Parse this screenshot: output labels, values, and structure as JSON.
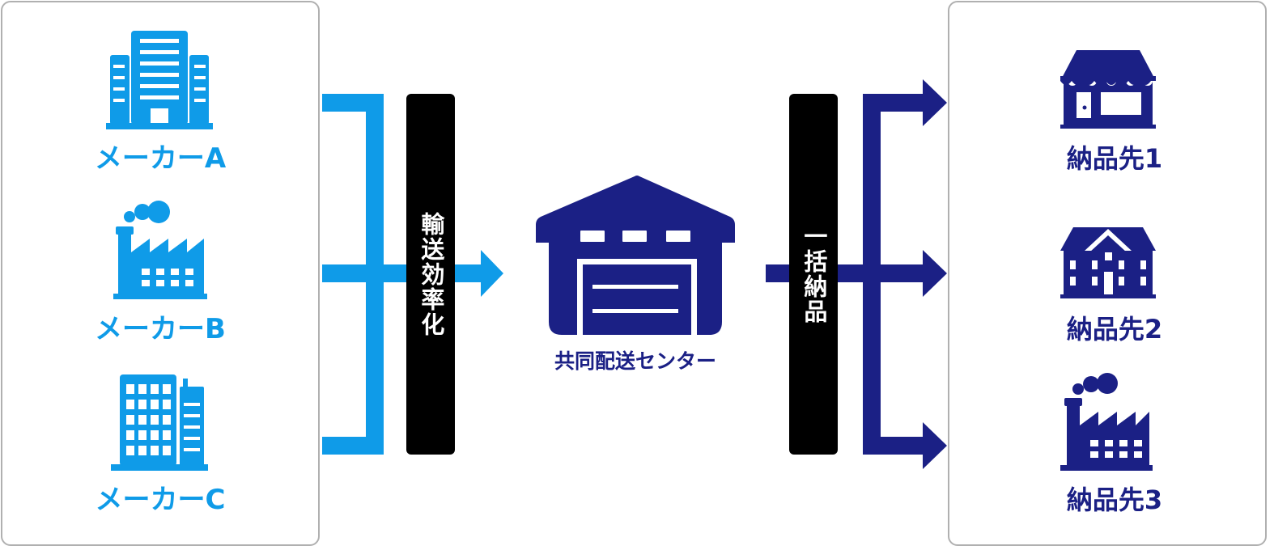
{
  "colors": {
    "maker_blue": "#0f9be8",
    "navy": "#1b2085",
    "bar_black": "#000000",
    "panel_border": "#b0b0b0"
  },
  "makers": [
    {
      "label": "メーカーA",
      "icon": "office-building-icon"
    },
    {
      "label": "メーカーB",
      "icon": "factory-icon"
    },
    {
      "label": "メーカーC",
      "icon": "city-buildings-icon"
    }
  ],
  "left_bar": {
    "text": "輸送効率化"
  },
  "center": {
    "label": "共同配送センター",
    "icon": "warehouse-icon"
  },
  "right_bar": {
    "text": "一括納品"
  },
  "destinations": [
    {
      "label": "納品先1",
      "icon": "store-icon"
    },
    {
      "label": "納品先2",
      "icon": "house-icon"
    },
    {
      "label": "納品先3",
      "icon": "factory-icon"
    }
  ]
}
